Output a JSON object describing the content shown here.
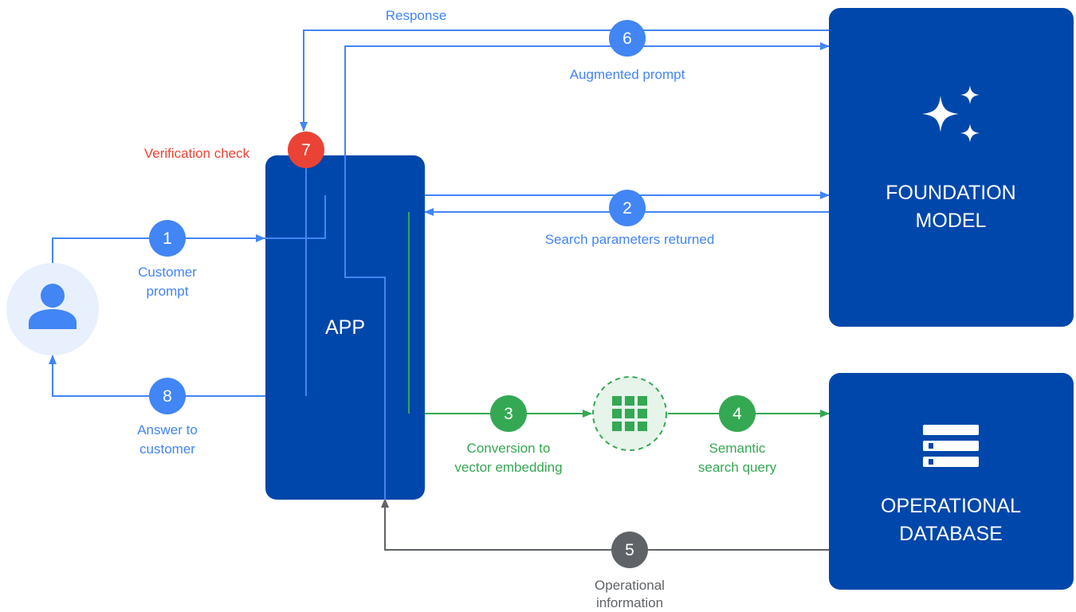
{
  "colors": {
    "blue": "#4285F4",
    "dark_blue": "#0047AB",
    "green": "#34A853",
    "red": "#EA4335",
    "gray": "#5F6368",
    "user_bg": "#E8F0FE",
    "embed_bg": "#E6F4EA"
  },
  "nodes": {
    "app": {
      "label": "APP"
    },
    "foundation_model": {
      "line1": "FOUNDATION",
      "line2": "MODEL",
      "icon": "sparkle-icon"
    },
    "operational_database": {
      "line1": "OPERATIONAL",
      "line2": "DATABASE",
      "icon": "database-icon"
    },
    "user": {
      "icon": "person-icon"
    },
    "embedding": {
      "icon": "grid-icon"
    }
  },
  "steps": {
    "s1": {
      "num": "1",
      "line1": "Customer",
      "line2": "prompt"
    },
    "s2": {
      "num": "2",
      "label": "Search parameters returned"
    },
    "s3": {
      "num": "3",
      "line1": "Conversion to",
      "line2": "vector embedding"
    },
    "s4": {
      "num": "4",
      "line1": "Semantic",
      "line2": "search query"
    },
    "s5": {
      "num": "5",
      "line1": "Operational",
      "line2": "information"
    },
    "s6": {
      "num": "6",
      "label": "Augmented prompt"
    },
    "s7": {
      "num": "7",
      "label": "Verification check"
    },
    "s8": {
      "num": "8",
      "line1": "Answer to",
      "line2": "customer"
    },
    "response": {
      "label": "Response"
    }
  }
}
